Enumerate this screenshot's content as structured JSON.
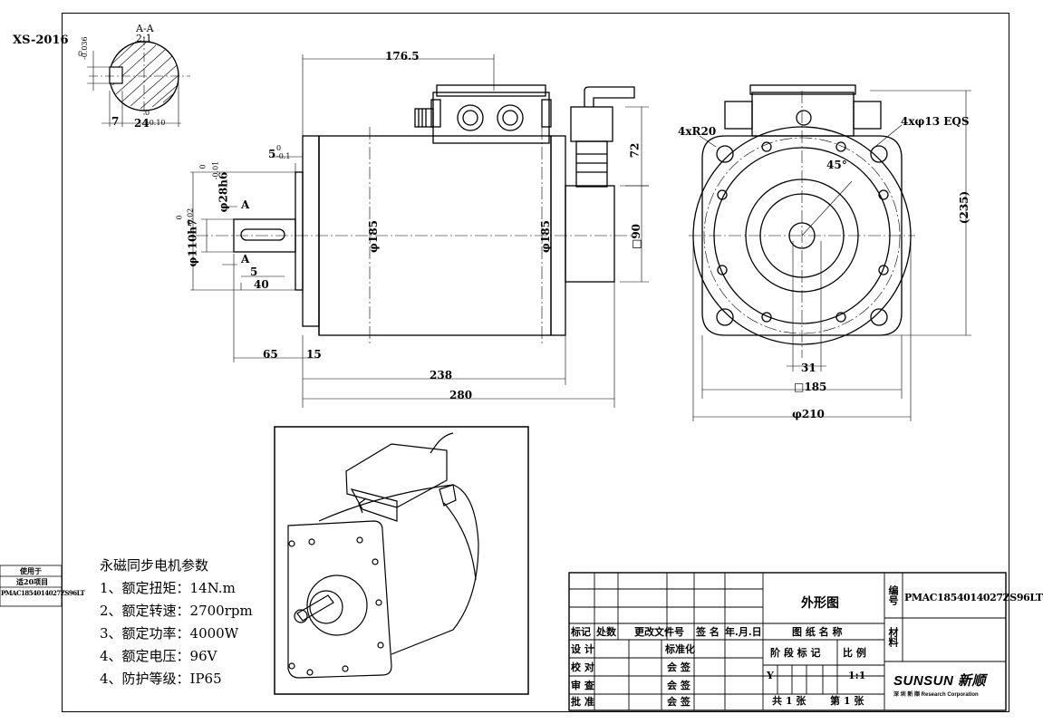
{
  "doc_code": "XS-2016",
  "section": {
    "label": "A-A",
    "scale": "2:1",
    "tol_top": "0",
    "tol_bottom": "-0.036",
    "width7": "7",
    "dia24": "24",
    "dia24_tol_top": "0",
    "dia24_tol_bottom": "-0.10"
  },
  "side_view": {
    "dim_176_5": "176.5",
    "dim_72": "72",
    "dim_5": "5",
    "dim_5_tol_top": "0",
    "dim_5_tol_bottom": "-0.1",
    "dim_phi28": "φ28h6",
    "dim_phi28_tol_top": "0",
    "dim_phi28_tol_bottom": "-0.01",
    "dim_phi110": "φ110h7",
    "dim_phi110_tol_top": "0",
    "dim_phi110_tol_bottom": "-0.02",
    "section_mark_a": "A",
    "dim_key_5": "5",
    "dim_40": "40",
    "dim_phi185_a": "φ185",
    "dim_phi185_b": "φ185",
    "dim_sq90": "□90",
    "dim_65": "65",
    "dim_15": "15",
    "dim_238": "238",
    "dim_280": "280"
  },
  "front_view": {
    "radius": "4xR20",
    "holes": "4xφ13 EQS",
    "angle": "45°",
    "dim_235": "(235)",
    "dim_31": "31",
    "dim_sq185": "□185",
    "dim_phi210": "φ210"
  },
  "specs": {
    "title": "永磁同步电机参数",
    "items": [
      "1、额定扭矩：14N.m",
      "2、额定转速：2700rpm",
      "3、额定功率：4000W",
      "4、额定电压：96V",
      "4、防护等级：IP65"
    ]
  },
  "left_strip": {
    "used_for": "使用于",
    "project": "适20项目",
    "code": "PMAC1854014027ZS96LT"
  },
  "title_block": {
    "h_mark": "标记",
    "h_count": "处数",
    "h_change_doc": "更改文件号",
    "h_sign": "签 名",
    "h_date": "年.月.日",
    "design": "设 计",
    "check": "校 对",
    "review": "审 查",
    "approve": "批 准",
    "standardize": "标准化",
    "countersign1": "会 签",
    "countersign2": "会 签",
    "countersign3": "会 签",
    "drawing_title": "外形图",
    "drawing_name": "图 纸 名 称",
    "stage_mark": "阶 段 标 记",
    "ratio_label": "比 例",
    "stage_value": "Y",
    "ratio_value": "1:1",
    "total_sheets": "共 1 张",
    "sheet_no": "第 1 张",
    "label_number": "编号",
    "label_material": "材料",
    "part_number": "PMAC1854014027ZS96LT",
    "logo_text": "SUNSUN 新顺",
    "logo_sub": "深 圳 新 顺   Research Corporation"
  }
}
